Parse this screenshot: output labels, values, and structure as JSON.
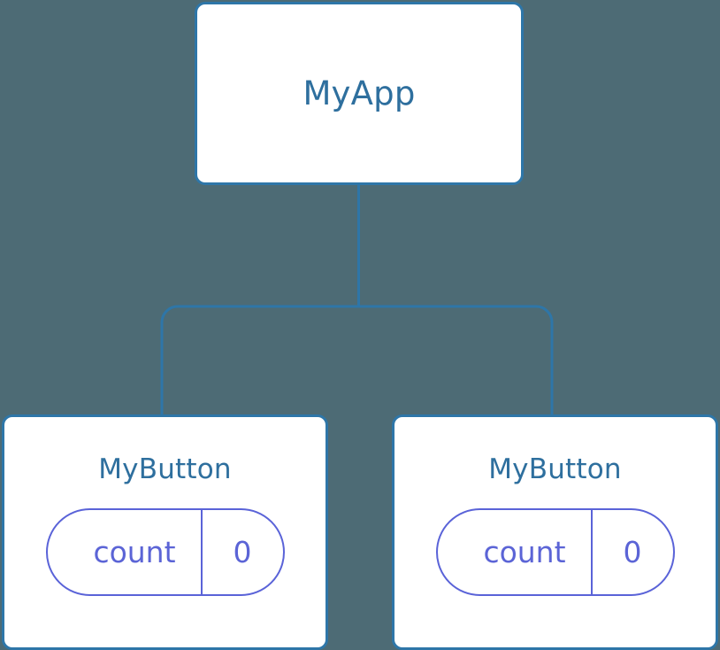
{
  "diagram": {
    "kind": "component-tree",
    "background_color": "#4d6b75",
    "node_border_color": "#2e76a8",
    "node_fill_color": "#ffffff",
    "title_color": "#2e6f9e",
    "pill_color": "#5a63d8",
    "edge_color": "#2e76a8"
  },
  "root": {
    "title": "MyApp"
  },
  "children": [
    {
      "title": "MyButton",
      "state": {
        "key": "count",
        "value": "0"
      }
    },
    {
      "title": "MyButton",
      "state": {
        "key": "count",
        "value": "0"
      }
    }
  ]
}
